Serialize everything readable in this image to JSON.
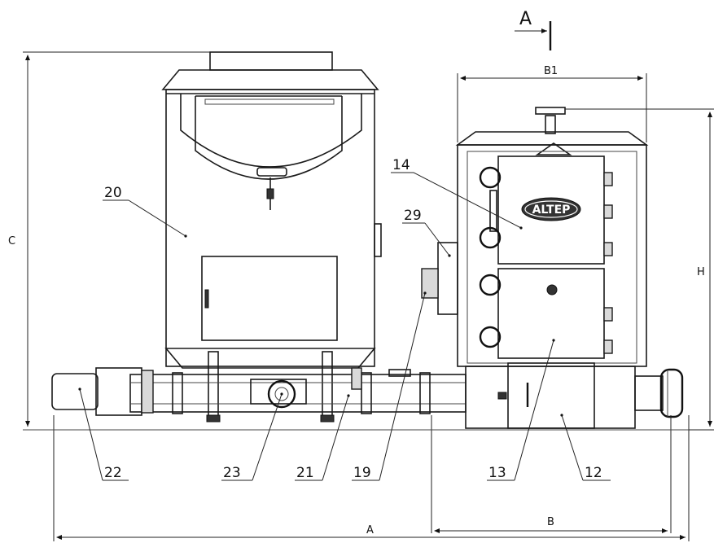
{
  "section_marker": "A",
  "dimensions": {
    "overall_length": "A",
    "boiler_width": "B",
    "boiler_width_top": "B1",
    "hopper_height": "C",
    "boiler_height": "H"
  },
  "brand_logo": "ALTEP",
  "callouts": [
    {
      "id": "c20",
      "text": "20"
    },
    {
      "id": "c14",
      "text": "14"
    },
    {
      "id": "c29",
      "text": "29"
    },
    {
      "id": "c22",
      "text": "22"
    },
    {
      "id": "c23",
      "text": "23"
    },
    {
      "id": "c21",
      "text": "21"
    },
    {
      "id": "c19",
      "text": "19"
    },
    {
      "id": "c13",
      "text": "13"
    },
    {
      "id": "c12",
      "text": "12"
    }
  ]
}
